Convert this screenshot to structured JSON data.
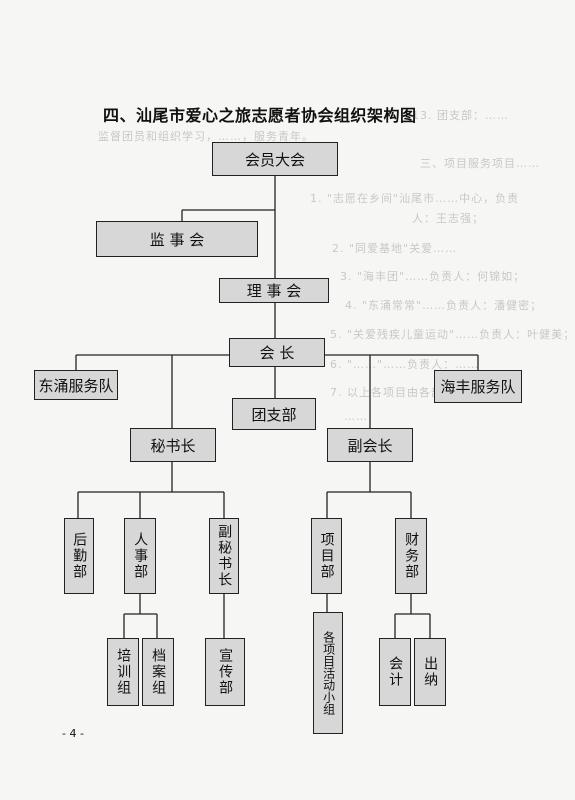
{
  "title": "四、汕尾市爱心之旅志愿者协会组织架构图",
  "page_number": "- 4 -",
  "bleed_through": [
    "13. 团支部：……",
    "监督团员和组织学习，……，服务青年。",
    "三、项目服务项目……",
    "1. \"志愿在乡间\"汕尾市……中心，负责",
    "人：王志强；",
    "2. \"同爱基地\"关爱……",
    "3. \"海丰团\"……负责人：何锦如；",
    "4. \"东涌常常\"……负责人：潘健密；",
    "5. \"关爱残疾儿童运动\"……负责人：叶健美；",
    "6. \"……\"……负责人：……",
    "7. 以上各项目由各部门及个……",
    "……"
  ],
  "nodes": {
    "huiyuan_dahui": "会员大会",
    "jianshi_hui": "监 事 会",
    "lishi_hui": "理 事 会",
    "huizhang": "会  长",
    "dongyong_duiwu": "东涌服务队",
    "haifeng_duiwu": "海丰服务队",
    "tuanzhibu": "团支部",
    "mishuzhang": "秘书长",
    "fuhuizhang": "副会长",
    "houqinbu": "后勤部",
    "renshibu": "人事部",
    "fumishuzhang": "副秘书长",
    "xiangmubu": "项目部",
    "caiwubu": "财务部",
    "peixunzu": "培训组",
    "dangan_zu": "档案组",
    "xuanchuanbu": "宣传部",
    "xiangmu_xiaozu": "各项目活动小组",
    "kuaiji": "会计",
    "chuna": "出纳"
  },
  "colors": {
    "box_fill": "#d7d7d7",
    "border": "#222222",
    "page": "#f6f6f4",
    "bleed": "#c8c8c8"
  }
}
